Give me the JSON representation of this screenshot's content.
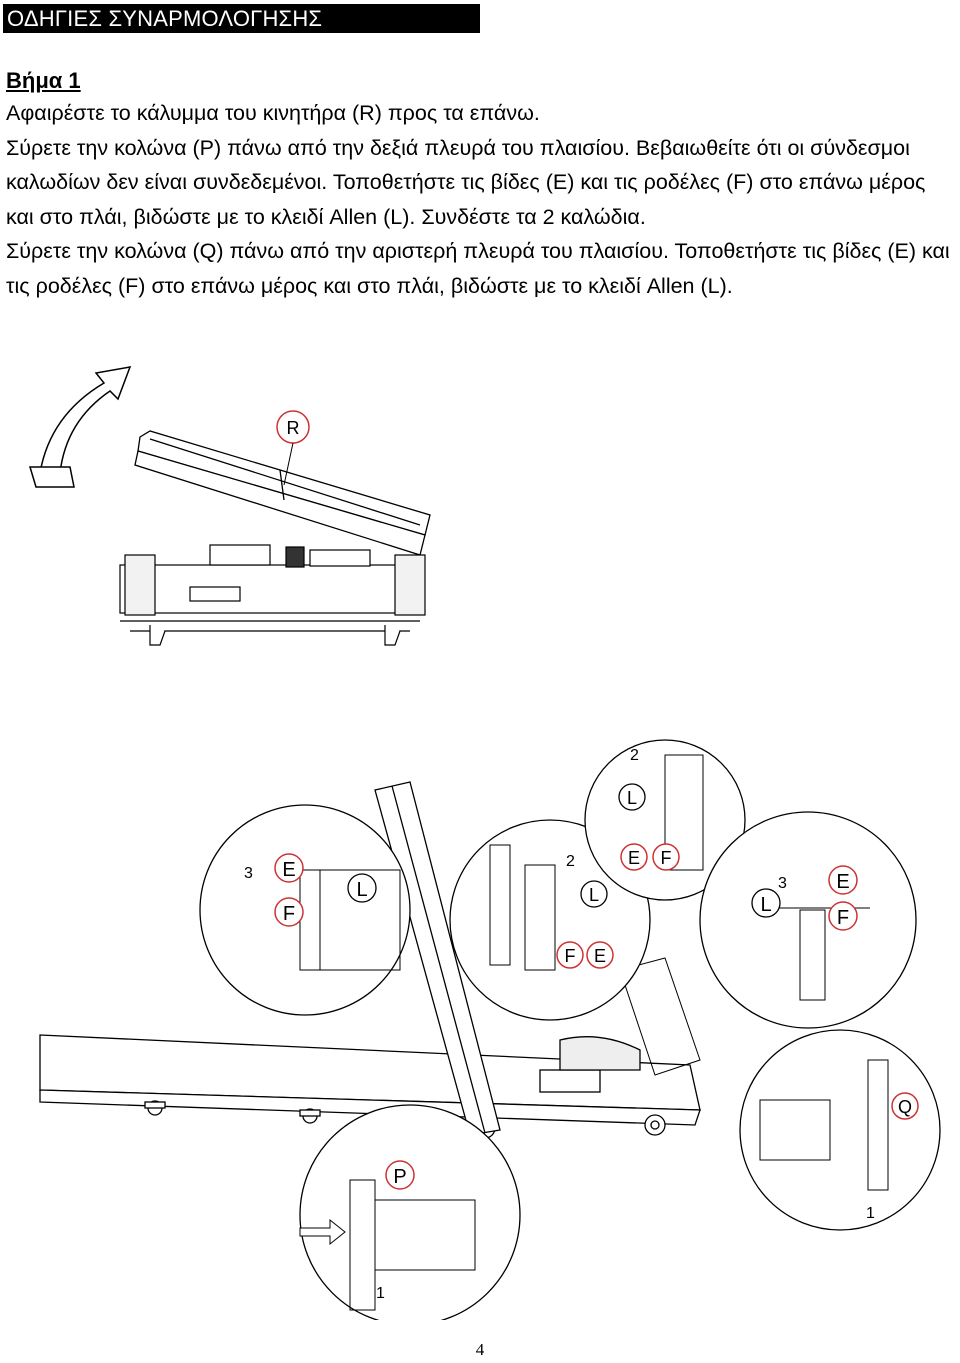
{
  "header": {
    "title": "ΟΔΗΓΙΕΣ ΣΥΝΑΡΜΟΛΟΓΗΣΗΣ"
  },
  "step": {
    "title": "Βήμα 1",
    "lines": [
      "Αφαιρέστε το κάλυμμα του κινητήρα (R) προς τα επάνω.",
      "Σύρετε την κολώνα (P) πάνω από την δεξιά πλευρά του πλαισίου. Βεβαιωθείτε ότι οι σύνδεσμοι καλωδίων δεν είναι συνδεδεμένοι. Τοποθετήστε τις βίδες (E) και τις ροδέλες (F) στο επάνω μέρος και στο πλάι, βιδώστε με το κλειδί Allen (L). Συνδέστε τα 2 καλώδια.",
      "Σύρετε την κολώνα (Q) πάνω από την αριστερή πλευρά του πλαισίου. Τοποθετήστε τις βίδες (E) και τις ροδέλες (F) στο επάνω μέρος και στο πλάι, βιδώστε με το κλειδί Allen (L)."
    ]
  },
  "figure_top": {
    "label_r": "R"
  },
  "figure_bottom": {
    "left_detail": {
      "num": "3",
      "e": "E",
      "f": "F",
      "l": "L"
    },
    "mid_detail": {
      "num": "2",
      "l": "L",
      "f": "F",
      "e": "E"
    },
    "top_detail": {
      "num": "2",
      "l": "L",
      "e": "E",
      "f": "F"
    },
    "right_detail": {
      "num": "3",
      "l": "L",
      "e": "E",
      "f": "F"
    },
    "left_bottom_detail": {
      "p": "P",
      "num": "1"
    },
    "right_bottom_detail": {
      "q": "Q",
      "num": "1"
    }
  },
  "page_number": "4"
}
